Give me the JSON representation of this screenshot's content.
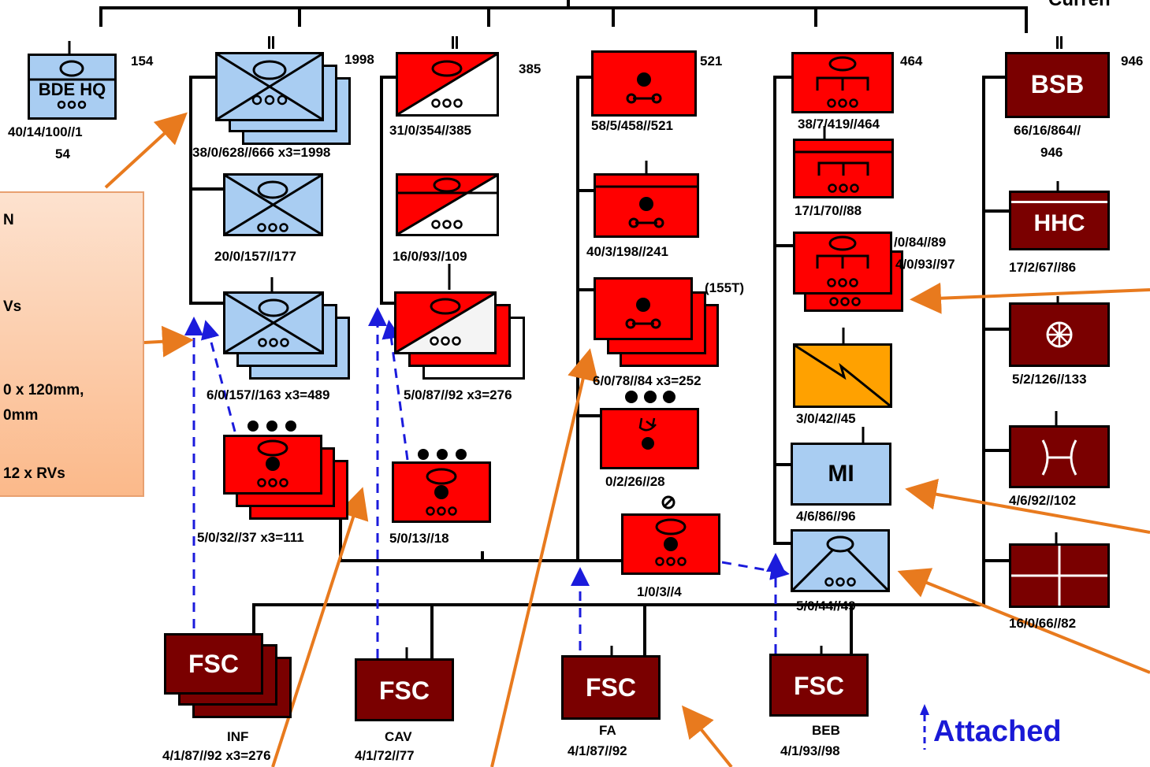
{
  "header": {
    "corner_text": "Curren"
  },
  "note": {
    "lines": [
      "N",
      "Vs",
      "0 x 120mm,",
      "0mm",
      "12 x RVs"
    ]
  },
  "legend": {
    "label": "Attached"
  },
  "units": {
    "bde_hq": {
      "name": "BDE HQ",
      "count": "154",
      "strength": "40/14/100//1",
      "strength2": "54"
    },
    "cab": {
      "count": "1998",
      "strength": "38/0/628//666 x3=1998"
    },
    "cab_hq": {
      "strength": "20/0/157//177"
    },
    "cab_inf": {
      "strength": "6/0/157//163 x3=489"
    },
    "cab_mortar": {
      "strength": "5/0/32//37 x3=111"
    },
    "cav": {
      "count": "385",
      "strength": "31/0/354//385"
    },
    "cav_hq": {
      "strength": "16/0/93//109"
    },
    "cav_troop": {
      "strength": "5/0/87//92 x3=276"
    },
    "cav_mortar": {
      "strength": "5/0/13//18"
    },
    "fa": {
      "count": "521",
      "strength": "58/5/458//521"
    },
    "fa_hq": {
      "strength": "40/3/198//241"
    },
    "fa_btry": {
      "note": "(155T)",
      "strength": "6/0/78//84 x3=252"
    },
    "fa_radar": {
      "strength": "0/2/26//28"
    },
    "fa_tgt": {
      "strength": "1/0/3//4"
    },
    "beb": {
      "count": "464",
      "strength": "38/7/419//464"
    },
    "beb_hq": {
      "strength": "17/1/70//88"
    },
    "beb_eng1": {
      "strength": "/0/84//89"
    },
    "beb_eng2": {
      "strength": "4/0/93//97"
    },
    "beb_sig": {
      "strength": "3/0/42//45"
    },
    "beb_mi": {
      "name": "MI",
      "strength": "4/6/86//96"
    },
    "beb_uav": {
      "strength": "5/0/44//49"
    },
    "bsb": {
      "name": "BSB",
      "count": "946",
      "strength": "66/16/864//",
      "strength2": "946"
    },
    "bsb_hhc": {
      "name": "HHC",
      "strength": "17/2/67//86"
    },
    "bsb_maint": {
      "strength": "5/2/126//133"
    },
    "bsb_dist": {
      "strength": "4/6/92//102"
    },
    "bsb_med": {
      "strength": "16/0/66//82"
    },
    "fsc_inf": {
      "name": "FSC",
      "type": "INF",
      "strength": "4/1/87//92 x3=276"
    },
    "fsc_cav": {
      "name": "FSC",
      "type": "CAV",
      "strength": "4/1/72//77"
    },
    "fsc_fa": {
      "name": "FSC",
      "type": "FA",
      "strength": "4/1/87//92"
    },
    "fsc_beb": {
      "name": "FSC",
      "type": "BEB",
      "strength": "4/1/93//98"
    }
  },
  "colors": {
    "friendly_blue": "#a9cdf2",
    "hostile_red": "#ff0000",
    "support_maroon": "#7a0000",
    "signal_orange": "#ffa100",
    "arrow_orange": "#e87a1e",
    "attached_blue": "#1b1bdc"
  }
}
